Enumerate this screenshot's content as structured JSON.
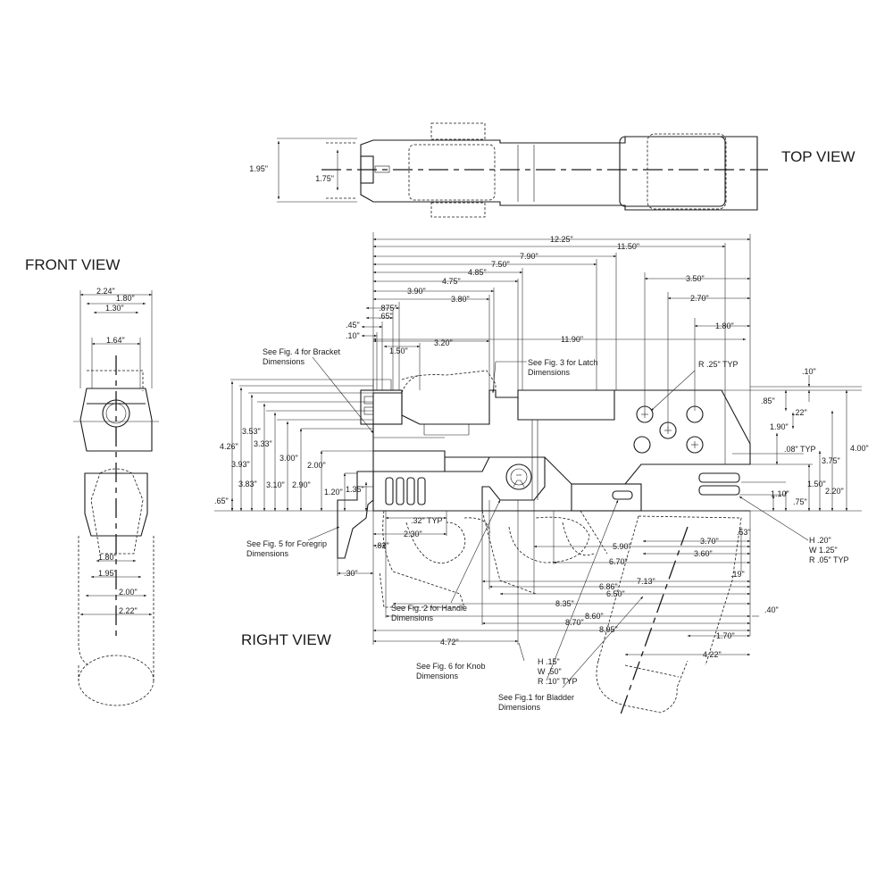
{
  "views": {
    "top": "TOP VIEW",
    "front": "FRONT VIEW",
    "right": "RIGHT VIEW"
  },
  "top_view_dims": {
    "d1": "1.95\"",
    "d2": "1.75\""
  },
  "front_view_dims": {
    "d_224": "2.24\"",
    "d_180": "1.80\"",
    "d_130": "1.30\"",
    "d_164": "1.64\"",
    "d_180b": "1.80\"",
    "d_195": "1.95\"",
    "d_200": "2.00\"",
    "d_222": "2.22\""
  },
  "right_view_dims": {
    "d_1225": "12.25\"",
    "d_1150": "11.50\"",
    "d_790": "7.90\"",
    "d_750": "7.50\"",
    "d_485": "4.85\"",
    "d_475": "4.75\"",
    "d_390": "3.90\"",
    "d_380": "3.80\"",
    "d_875": ".875\"",
    "d_65": ".65\"",
    "d_45": ".45\"",
    "d_10": ".10\"",
    "d_150": "1.50\"",
    "d_320": "3.20\"",
    "d_1190": "11.90\"",
    "d_350": "3.50\"",
    "d_270": "2.70\"",
    "d_180": "1.80\"",
    "d_10r": ".10\"",
    "d_85": ".85\"",
    "d_22": ".22\"",
    "d_190": "1.90\"",
    "d_08typ": ".08\" TYP",
    "d_400": "4.00\"",
    "d_375": "3.75\"",
    "d_150r": "1.50\"",
    "d_220": "2.20\"",
    "d_110": "1.10\"",
    "d_75": ".75\"",
    "d_426": "4.26\"",
    "d_393": "3.93\"",
    "d_353": "3.53\"",
    "d_383": "3.83\"",
    "d_333": "3.33\"",
    "d_300": "3.00\"",
    "d_310": "3.10\"",
    "d_290": "2.90\"",
    "d_200": "2.00\"",
    "d_120": "1.20\"",
    "d_135": "1.35\"",
    "d_65l": ".65\"",
    "d_32typ": ".32\" TYP",
    "d_230": "2.30\"",
    "d_82": ".82\"",
    "d_30": ".30\"",
    "d_590": "5.90\"",
    "d_670": "6.70\"",
    "d_370": "3.70\"",
    "d_360": "3.60\"",
    "d_53": ".53\"",
    "d_19": ".19\"",
    "d_713": "7.13\"",
    "d_686": "6.86\"",
    "d_650": "6.50\"",
    "d_835": "8.35\"",
    "d_860": "8.60\"",
    "d_870": "8.70\"",
    "d_895": "8.95\"",
    "d_40": ".40\"",
    "d_170": "1.70\"",
    "d_422": "4.22\"",
    "d_472": "4.72\""
  },
  "notes": {
    "bracket": [
      "See Fig. 4 for Bracket",
      "Dimensions"
    ],
    "latch": [
      "See Fig. 3 for Latch",
      "Dimensions"
    ],
    "r25": "R .25\" TYP",
    "foregrip": [
      "See Fig. 5 for Foregrip",
      "Dimensions"
    ],
    "handle": [
      "See Fig. 2 for Handle",
      "Dimensions"
    ],
    "knob": [
      "See Fig. 6 for Knob",
      "Dimensions"
    ],
    "knob_spec": [
      "H .15\"",
      "W .50\"",
      "R .10\" TYP"
    ],
    "bladder": [
      "See Fig.1 for Bladder",
      "Dimensions"
    ],
    "slot_spec": [
      "H .20\"",
      "W 1.25\"",
      "R .05\" TYP"
    ]
  }
}
